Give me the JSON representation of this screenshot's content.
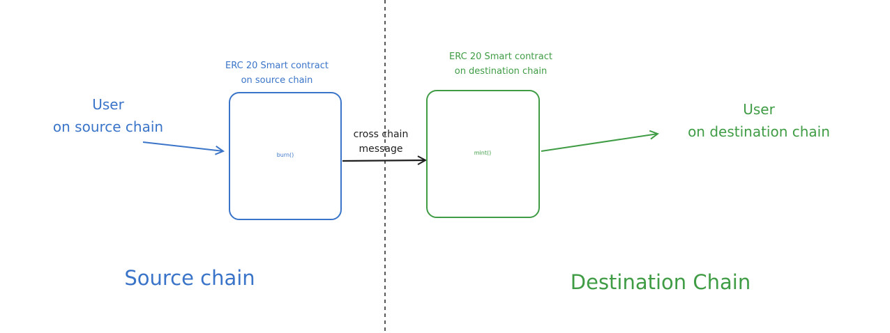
{
  "colors": {
    "source": "#3a74c9",
    "destination": "#3f9c45",
    "stroke": "#1e1e1e"
  },
  "source": {
    "contract_title": [
      "ERC 20 Smart contract",
      "on source chain"
    ],
    "function": "burn()",
    "user": [
      "User",
      "on source chain"
    ],
    "region_label": "Source chain"
  },
  "destination": {
    "contract_title": [
      "ERC 20 Smart contract",
      "on destination chain"
    ],
    "function": "mint()",
    "user": [
      "User",
      "on destination chain"
    ],
    "region_label": "Destination Chain"
  },
  "message": [
    "cross chain",
    "message"
  ]
}
